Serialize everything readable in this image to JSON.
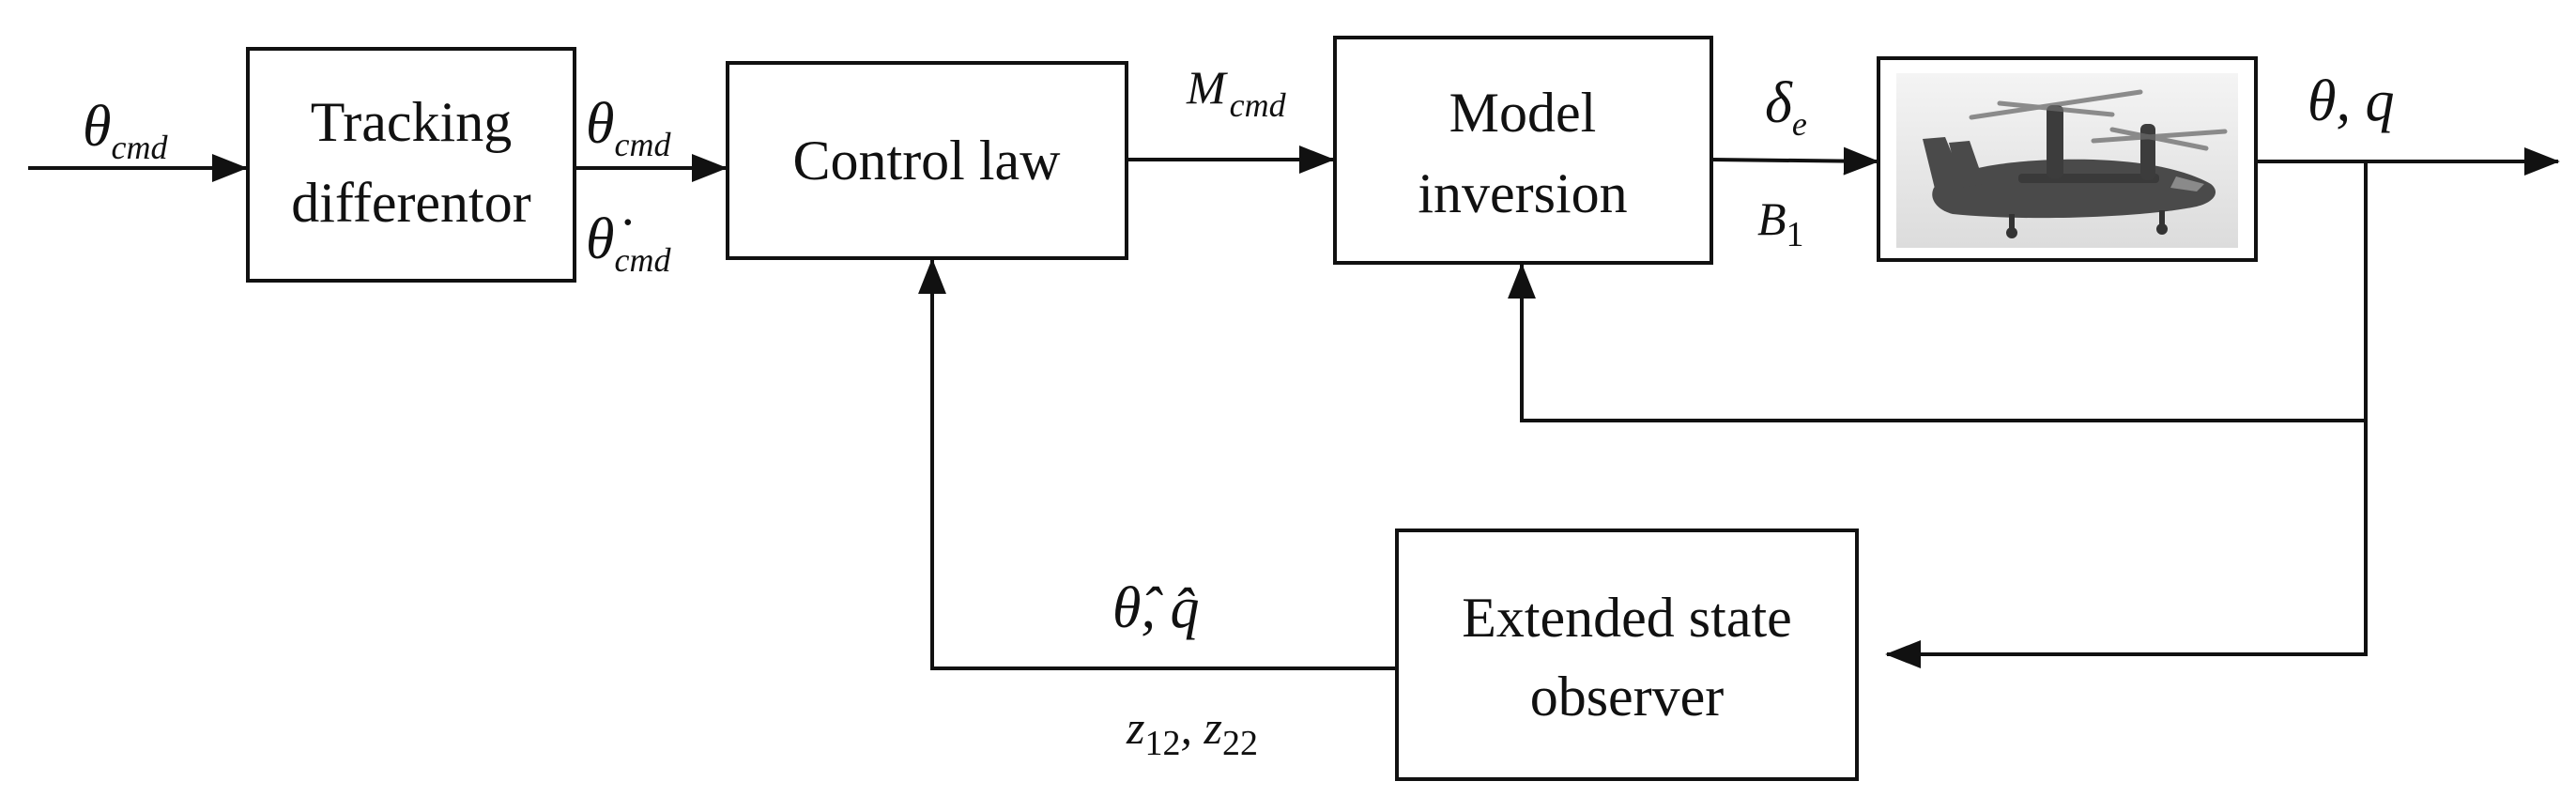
{
  "blocks": {
    "tracking": {
      "line1": "Tracking",
      "line2": "differentor"
    },
    "control_law": {
      "label": "Control law"
    },
    "model_inversion": {
      "line1": "Model",
      "line2": "inversion"
    },
    "eso": {
      "line1": "Extended state",
      "line2": "observer"
    },
    "plant": {
      "icon": "tiltrotor-aircraft-icon"
    }
  },
  "signals": {
    "input": {
      "base": "θ",
      "sub": "cmd"
    },
    "td_out_theta": {
      "base": "θ",
      "sub": "cmd"
    },
    "td_out_theta_dot": {
      "base": "θ̇",
      "sub": "cmd"
    },
    "m_cmd": {
      "base": "M",
      "sub": "cmd"
    },
    "delta_e": {
      "base": "δ",
      "sub": "e"
    },
    "b1": {
      "base": "B",
      "sub": "1"
    },
    "output": {
      "text": "θ, q"
    },
    "eso_out": {
      "text": "θ̂, q̂"
    },
    "eso_z": {
      "z1": "z",
      "s1": "12",
      "sep": ", ",
      "z2": "z",
      "s2": "22"
    }
  },
  "colors": {
    "line": "#111111",
    "background": "#ffffff",
    "aircraft_body": "#4a4a4a",
    "photo_bg": "#e6e6e6"
  }
}
